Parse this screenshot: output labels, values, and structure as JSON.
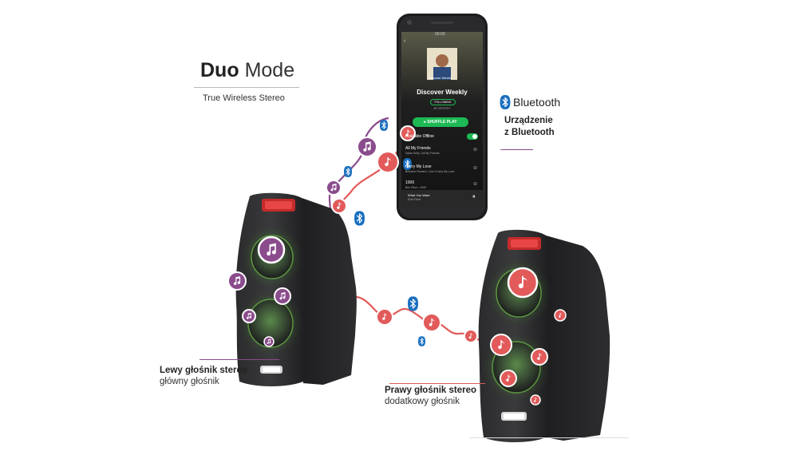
{
  "header": {
    "title_bold": "Duo",
    "title_light": "Mode",
    "subtitle": "True Wireless Stereo"
  },
  "bluetooth_device": {
    "logo_text": "Bluetooth",
    "label_line1": "Urządzenie",
    "label_line2": "z Bluetooth"
  },
  "left_speaker": {
    "label_bold": "Lewy głośnik stereo",
    "label_reg": "główny głośnik"
  },
  "right_speaker": {
    "label_bold": "Prawy głośnik stereo",
    "label_reg": "dodatkowy głośnik"
  },
  "phone": {
    "status_time": "00:00",
    "cover_title": "Discover Weekly",
    "playlist_title": "Discover Weekly",
    "follow_label": "FOLLOWING",
    "by_label": "BY SPOTIFY",
    "shuffle_label": "SHUFFLE PLAY",
    "offline_label": "Available Offline",
    "tracks": [
      {
        "title": "All My Friends",
        "artist": "Dylan Kelly • All My Friends"
      },
      {
        "title": "Carry My Love",
        "artist": "Brandon Flowers • Can't Carry My Love"
      },
      {
        "title": "1000",
        "artist": "Ben Elton • 1000"
      }
    ],
    "now_playing_title": "What You Want",
    "now_playing_artist": "Ruth Fleet"
  },
  "colors": {
    "purple": "#8a4c8c",
    "red": "#e25a5a",
    "bluetooth_blue": "#1a6fc0",
    "speaker_body": "#232325",
    "speaker_glow": "#6fbf4a"
  },
  "icons": [
    "music-note-icon",
    "bluetooth-icon"
  ]
}
